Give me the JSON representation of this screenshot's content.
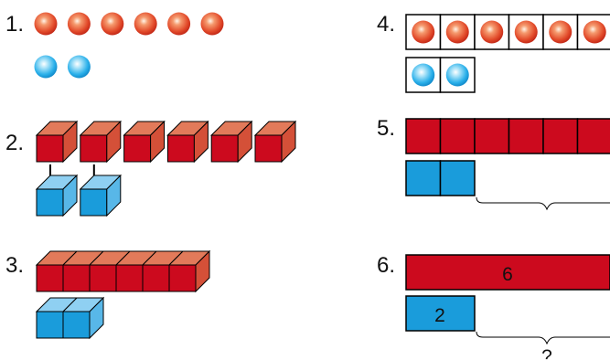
{
  "panels": [
    {
      "label": "1.",
      "kind": "counters",
      "red_count": 6,
      "blue_count": 2
    },
    {
      "label": "2.",
      "kind": "cubes-matched",
      "red_count": 6,
      "blue_count": 2
    },
    {
      "label": "3.",
      "kind": "cube-trains",
      "red_count": 6,
      "blue_count": 2
    },
    {
      "label": "4.",
      "kind": "counters-in-frames",
      "red_count": 6,
      "blue_count": 2
    },
    {
      "label": "5.",
      "kind": "strip-squares",
      "red_count": 6,
      "blue_count": 2
    },
    {
      "label": "6.",
      "kind": "bar-model",
      "red_value": "6",
      "blue_value": "2",
      "difference_label": "?"
    }
  ],
  "colors": {
    "red": "#cc0a1e",
    "red_top": "#e27a5a",
    "red_side": "#d45038",
    "blue": "#1a9cdb",
    "blue_top": "#8fd0f2",
    "blue_side": "#58b7e8",
    "counter_red": "#e24a2a",
    "counter_blue": "#2ab0ea"
  }
}
